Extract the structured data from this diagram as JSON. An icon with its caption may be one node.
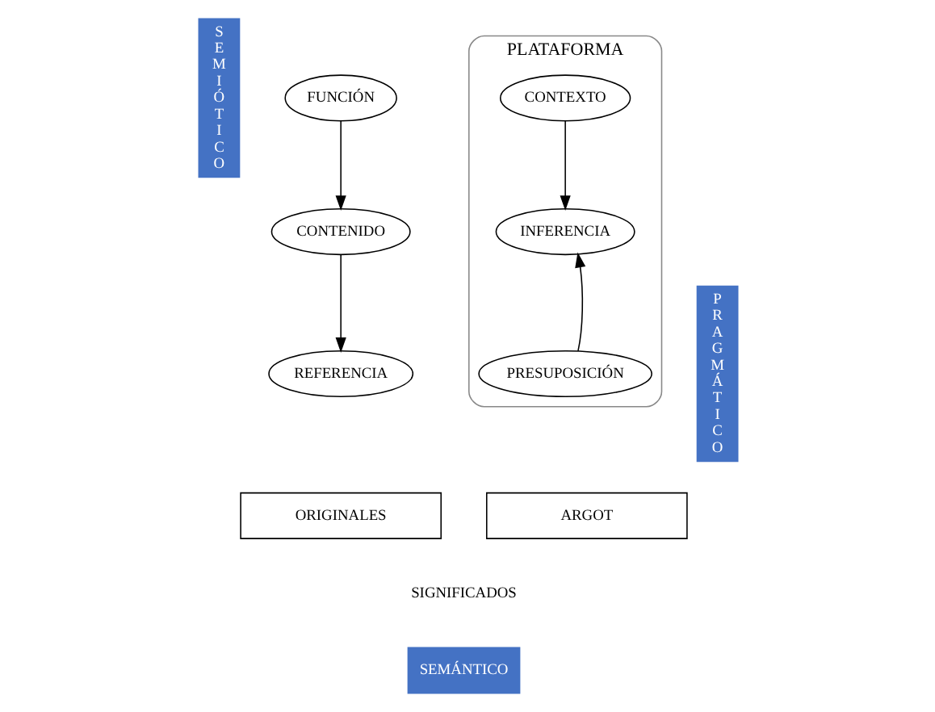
{
  "diagram": {
    "nodes": [
      {
        "text": [
          "SEMIÓTICO"
        ]
      },
      {
        "text": [
          "FUNCIÓN"
        ]
      },
      {
        "text": [
          "CONTENIDO"
        ]
      },
      {
        "text": [
          "REFERENCIA"
        ]
      },
      {
        "text": [
          "PLATAFORMA"
        ]
      },
      {
        "text": [
          "CONTEXTO"
        ],
        "in": 4
      },
      {
        "text": [
          "INFERENCIA"
        ],
        "in": 4
      },
      {
        "text": [
          "PRESUPOSICIÓN"
        ],
        "in": 4
      },
      {
        "text": [
          "PRAGMÁTICO"
        ]
      },
      {
        "text": [
          "ORIGINALES"
        ]
      },
      {
        "text": [
          "ARGOT"
        ]
      },
      {
        "text": [
          "SEMÁNTICO"
        ]
      }
    ],
    "edges": [
      {
        "from": 1,
        "to": 2,
        "arrow": "to"
      },
      {
        "from": 2,
        "to": 3,
        "arrow": "to"
      },
      {
        "from": 5,
        "to": 6,
        "arrow": "to"
      },
      {
        "from": 7,
        "to": 6,
        "arrow": "to"
      }
    ],
    "labels": [
      "SIGNIFICADOS"
    ]
  }
}
